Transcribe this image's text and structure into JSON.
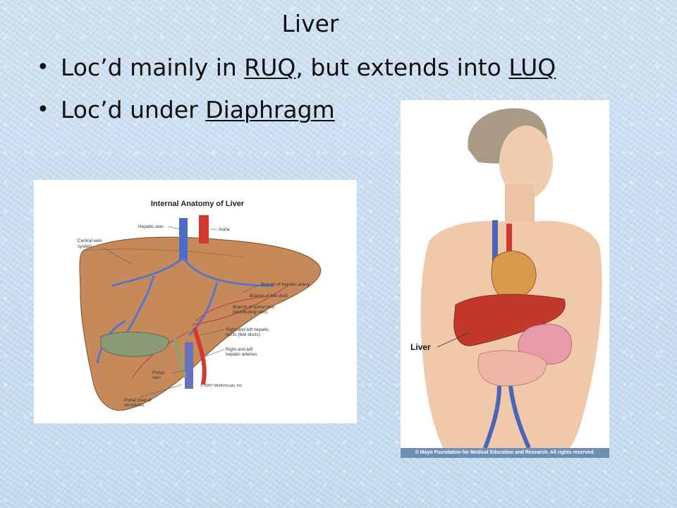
{
  "slide": {
    "title": "Liver",
    "bullets": [
      {
        "before": "Loc’d mainly in ",
        "u1": "RUQ",
        "mid": ", but extends into ",
        "u2": "LUQ"
      },
      {
        "before": "Loc’d under ",
        "u1": "Diaphragm"
      }
    ]
  },
  "figure_internal": {
    "title": "Internal Anatomy of Liver",
    "labels": {
      "hepatic_vein": "Hepatic vein",
      "aorta": "Aorta",
      "central_vein_1": "Central vein",
      "central_vein_2": "system",
      "hepatic_artery": "Branch of hepatic artery",
      "bile_duct": "Branch of bile duct",
      "portal_branch_1": "Branch of portal vein",
      "portal_branch_2": "(distributing vein)",
      "hepatic_ducts_1": "Right and left hepatic",
      "hepatic_ducts_2": "ducts (bile ducts)",
      "hepatic_arteries_1": "Right and left",
      "hepatic_arteries_2": "hepatic arteries",
      "portal_vein_1": "Portal",
      "portal_vein_2": "vein",
      "portal_triad_1": "Portal triad of",
      "portal_triad_2": "structures",
      "copyright": "© 2007 MediVisuals, Inc."
    }
  },
  "figure_body": {
    "label": "Liver",
    "credit": "© Mayo Foundation for Medical Education and Research.  All rights reserved."
  }
}
